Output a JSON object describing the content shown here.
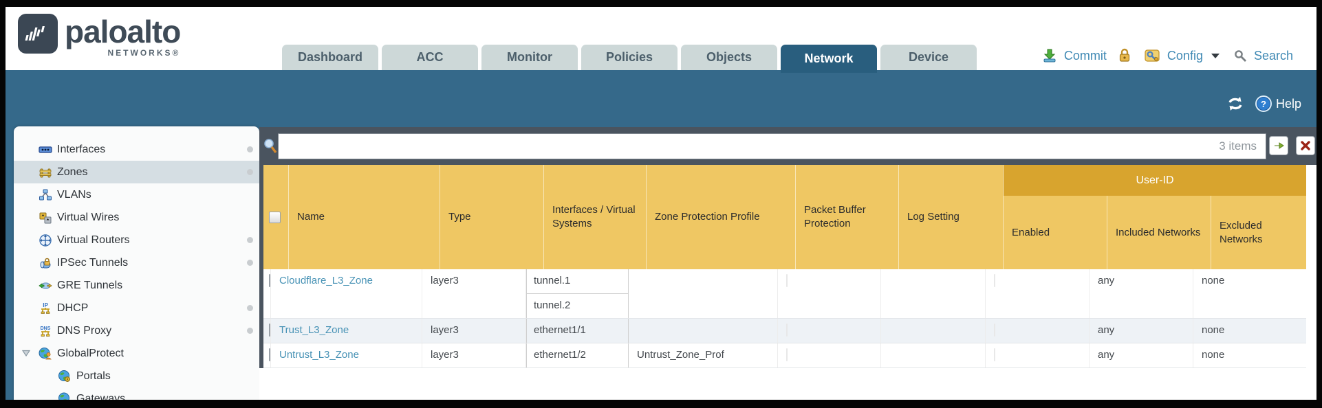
{
  "colors": {
    "band_teal": "#35698a",
    "tab_active": "#295e7e",
    "header_gold": "#efc763",
    "userid_gold": "#d8a42e",
    "toolbar_gray": "#4a545f",
    "link_blue": "#4792b5",
    "action_blue": "#3f89b4"
  },
  "header": {
    "logo": {
      "brand": "paloalto",
      "sub": "NETWORKS®"
    },
    "tabs": [
      {
        "label": "Dashboard",
        "active": false
      },
      {
        "label": "ACC",
        "active": false
      },
      {
        "label": "Monitor",
        "active": false
      },
      {
        "label": "Policies",
        "active": false
      },
      {
        "label": "Objects",
        "active": false
      },
      {
        "label": "Network",
        "active": true
      },
      {
        "label": "Device",
        "active": false
      }
    ],
    "actions": {
      "commit": "Commit",
      "config": "Config",
      "search": "Search"
    }
  },
  "utility": {
    "help": "Help"
  },
  "sidebar": {
    "items": [
      {
        "label": "Interfaces",
        "icon": "interfaces-icon",
        "dot": true,
        "selected": false
      },
      {
        "label": "Zones",
        "icon": "zones-icon",
        "dot": true,
        "selected": true
      },
      {
        "label": "VLANs",
        "icon": "vlans-icon",
        "dot": false,
        "selected": false
      },
      {
        "label": "Virtual Wires",
        "icon": "virtual-wires-icon",
        "dot": false,
        "selected": false
      },
      {
        "label": "Virtual Routers",
        "icon": "virtual-routers-icon",
        "dot": true,
        "selected": false
      },
      {
        "label": "IPSec Tunnels",
        "icon": "ipsec-tunnels-icon",
        "dot": true,
        "selected": false
      },
      {
        "label": "GRE Tunnels",
        "icon": "gre-tunnels-icon",
        "dot": false,
        "selected": false
      },
      {
        "label": "DHCP",
        "icon": "dhcp-icon",
        "dot": true,
        "selected": false
      },
      {
        "label": "DNS Proxy",
        "icon": "dns-proxy-icon",
        "dot": true,
        "selected": false
      },
      {
        "label": "GlobalProtect",
        "icon": "globalprotect-icon",
        "dot": false,
        "selected": false,
        "expanded": true
      },
      {
        "label": "Portals",
        "icon": "portals-icon",
        "dot": false,
        "selected": false,
        "child": true
      },
      {
        "label": "Gateways",
        "icon": "gateways-icon",
        "dot": false,
        "selected": false,
        "child": true
      }
    ]
  },
  "toolbar": {
    "filter_value": "",
    "items_count": "3 items"
  },
  "table": {
    "group_header": "User-ID",
    "columns": [
      "Name",
      "Type",
      "Interfaces / Virtual Systems",
      "Zone Protection Profile",
      "Packet Buffer Protection",
      "Log Setting",
      "Enabled",
      "Included Networks",
      "Excluded Networks"
    ],
    "rows": [
      {
        "name": "Cloudflare_L3_Zone",
        "type": "layer3",
        "interfaces": [
          "tunnel.1",
          "tunnel.2"
        ],
        "zone_protection_profile": "",
        "packet_buffer_protection": false,
        "log_setting": "",
        "user_id_enabled": false,
        "included_networks": "any",
        "excluded_networks": "none"
      },
      {
        "name": "Trust_L3_Zone",
        "type": "layer3",
        "interfaces": [
          "ethernet1/1"
        ],
        "zone_protection_profile": "",
        "packet_buffer_protection": false,
        "log_setting": "",
        "user_id_enabled": false,
        "included_networks": "any",
        "excluded_networks": "none"
      },
      {
        "name": "Untrust_L3_Zone",
        "type": "layer3",
        "interfaces": [
          "ethernet1/2"
        ],
        "zone_protection_profile": "Untrust_Zone_Prof",
        "packet_buffer_protection": false,
        "log_setting": "",
        "user_id_enabled": false,
        "included_networks": "any",
        "excluded_networks": "none"
      }
    ]
  }
}
